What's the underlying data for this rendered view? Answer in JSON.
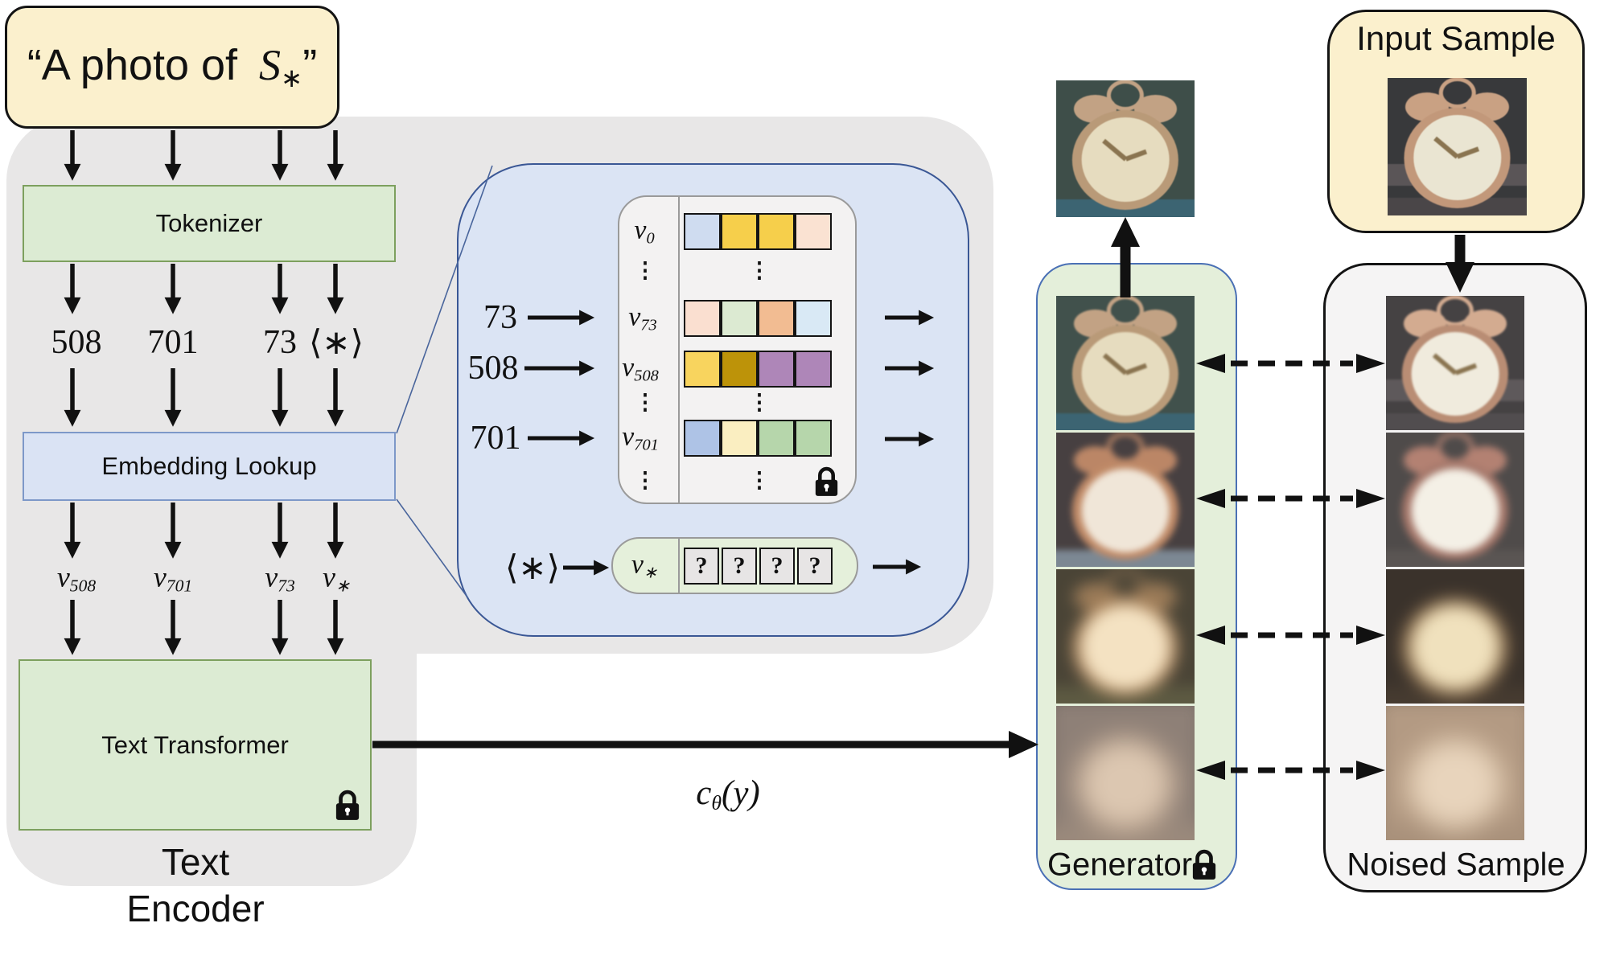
{
  "prompt": {
    "prefix": "“A photo of",
    "symbol": "S",
    "symbol_sub": "∗",
    "suffix": "”"
  },
  "encoder": {
    "tokenizer_label": "Tokenizer",
    "tokens": [
      "508",
      "701",
      "73",
      "⟨∗⟩"
    ],
    "embedding_label": "Embedding Lookup",
    "vectors": [
      {
        "base": "v",
        "sub": "508"
      },
      {
        "base": "v",
        "sub": "701"
      },
      {
        "base": "v",
        "sub": "73"
      },
      {
        "base": "v",
        "sub": "∗"
      }
    ],
    "transformer_label": "Text Transformer",
    "caption_line1": "Text",
    "caption_line2": "Encoder"
  },
  "callout": {
    "inputs": [
      "73",
      "508",
      "701",
      "⟨∗⟩"
    ],
    "ellipsis": "⋮",
    "rows": [
      {
        "base": "v",
        "sub": "0",
        "cells": [
          "#cfdcf0",
          "#f6cf4b",
          "#f6cf4b",
          "#fae2d2"
        ]
      },
      {
        "base": "v",
        "sub": "73",
        "cells": [
          "#fadfd0",
          "#dcead2",
          "#f2bc92",
          "#d9e9f5"
        ]
      },
      {
        "base": "v",
        "sub": "508",
        "cells": [
          "#f8d45e",
          "#bd9309",
          "#ae86b8",
          "#ae86b8"
        ]
      },
      {
        "base": "v",
        "sub": "701",
        "cells": [
          "#aec3e6",
          "#faeec1",
          "#b6d6ab",
          "#b6d6ab"
        ]
      }
    ],
    "learned": {
      "base": "v",
      "sub": "∗",
      "marks": [
        "?",
        "?",
        "?",
        "?"
      ]
    }
  },
  "conditioning": {
    "base": "c",
    "sub": "θ",
    "args": "(y)"
  },
  "generator": {
    "label": "Generator"
  },
  "noised": {
    "label": "Noised Sample"
  },
  "input_sample": {
    "label": "Input Sample"
  },
  "palette": {
    "prompt_fill": "#fbf0cd",
    "encoder_region_fill": "#e8e7e7",
    "green_box_fill": "#dcebd3",
    "green_box_border": "#7da05e",
    "blue_box_fill": "#dae3f4",
    "callout_fill": "#dbe4f4",
    "callout_border": "#3a5795",
    "table_fill": "#f3f2f2",
    "learned_pill_fill": "#e5f0db",
    "generator_border": "#4a70b5"
  }
}
